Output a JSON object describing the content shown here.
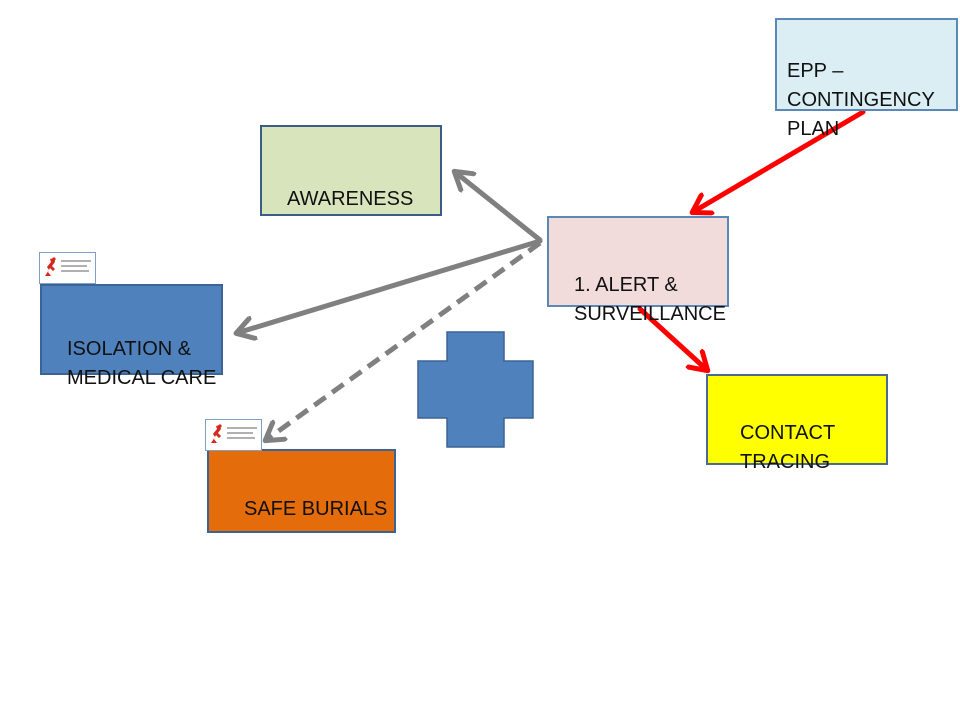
{
  "diagram": {
    "nodes": {
      "epp": {
        "label": "EPP –\nCONTINGENCY\nPLAN",
        "fill": "#daeef3"
      },
      "awareness": {
        "label": "AWARENESS",
        "fill": "#d8e4bc"
      },
      "alert": {
        "label": "1. ALERT &\nSURVEILLANCE",
        "fill": "#f2dcdb"
      },
      "isolation": {
        "label": "ISOLATION &\nMEDICAL CARE",
        "fill": "#4f81bd"
      },
      "contact": {
        "label": "CONTACT\nTRACING",
        "fill": "#ffff00"
      },
      "burials": {
        "label": "SAFE BURIALS",
        "fill": "#e46c0a"
      }
    },
    "edges": [
      {
        "from": "epp",
        "to": "alert",
        "color": "#ff0000",
        "style": "solid"
      },
      {
        "from": "alert",
        "to": "contact",
        "color": "#ff0000",
        "style": "solid"
      },
      {
        "from": "alert",
        "to": "awareness",
        "color": "#808080",
        "style": "solid"
      },
      {
        "from": "alert",
        "to": "isolation",
        "color": "#808080",
        "style": "solid"
      },
      {
        "from": "alert",
        "to": "burials",
        "color": "#808080",
        "style": "dashed"
      }
    ],
    "decorations": {
      "cross_shape": {
        "icon": "medical-cross-icon",
        "color": "#4f81bd"
      },
      "logos": [
        {
          "icon": "msf-logo-icon",
          "attached_to": "isolation"
        },
        {
          "icon": "msf-logo-icon",
          "attached_to": "burials"
        }
      ]
    }
  }
}
